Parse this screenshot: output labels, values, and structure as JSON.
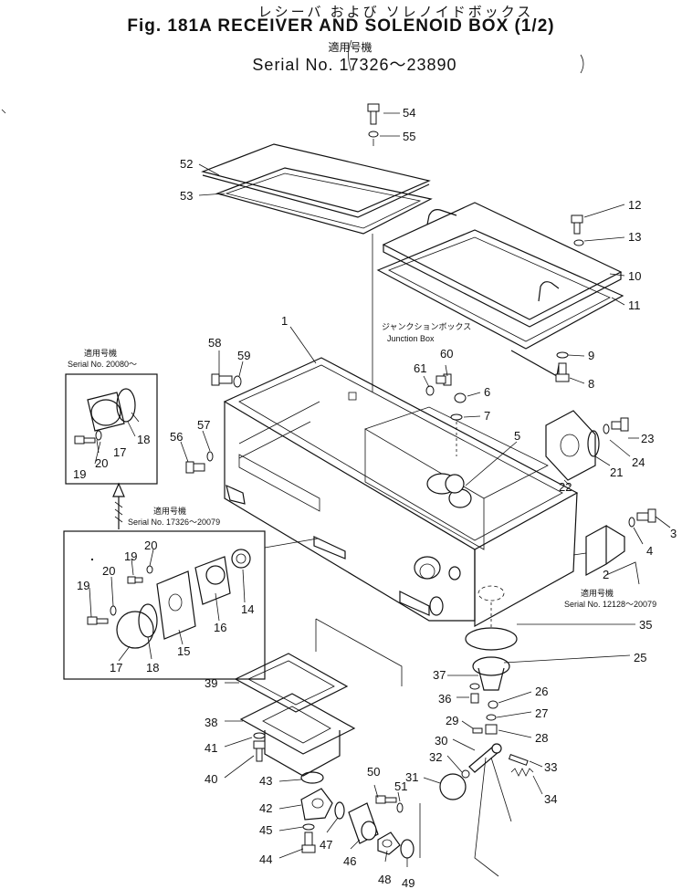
{
  "header": {
    "jp_title": "レシーバ および ソレノイドボックス",
    "title": "Fig. 181A RECEIVER AND SOLENOID BOX (1/2)",
    "applicable_label": "適用号機",
    "serial_range": "Serial No. 17326～23890"
  },
  "notes": {
    "junction_jp": "ジャンクションボックス",
    "junction_en": "Junction Box",
    "inset_top_label": "適用号機",
    "inset_top_serial": "Serial No. 20080～",
    "inset_bottom_label": "適用号機",
    "inset_bottom_serial": "Serial No. 17326～20079",
    "bracket_label": "適用号機",
    "bracket_serial": "Serial No. 12128～20079"
  },
  "callouts": {
    "n1": "1",
    "n2": "2",
    "n3": "3",
    "n4": "4",
    "n5": "5",
    "n6": "6",
    "n7": "7",
    "n8": "8",
    "n9": "9",
    "n10": "10",
    "n11": "11",
    "n12": "12",
    "n13": "13",
    "n14": "14",
    "n15": "15",
    "n16": "16",
    "n17a": "17",
    "n17b": "17",
    "n18a": "18",
    "n18b": "18",
    "n19a": "19",
    "n19b": "19",
    "n19c": "19",
    "n20a": "20",
    "n20b": "20",
    "n20c": "20",
    "n21": "21",
    "n22": "22",
    "n23": "23",
    "n24": "24",
    "n25": "25",
    "n26": "26",
    "n27": "27",
    "n28": "28",
    "n29": "29",
    "n30": "30",
    "n31": "31",
    "n32": "32",
    "n33": "33",
    "n34": "34",
    "n35": "35",
    "n36": "36",
    "n37": "37",
    "n38": "38",
    "n39": "39",
    "n40": "40",
    "n41": "41",
    "n42": "42",
    "n43": "43",
    "n44": "44",
    "n45": "45",
    "n46": "46",
    "n47": "47",
    "n48": "48",
    "n49": "49",
    "n50": "50",
    "n51": "51",
    "n52": "52",
    "n53": "53",
    "n54": "54",
    "n55": "55",
    "n56": "56",
    "n57": "57",
    "n58": "58",
    "n59": "59",
    "n60": "60",
    "n61": "61"
  }
}
